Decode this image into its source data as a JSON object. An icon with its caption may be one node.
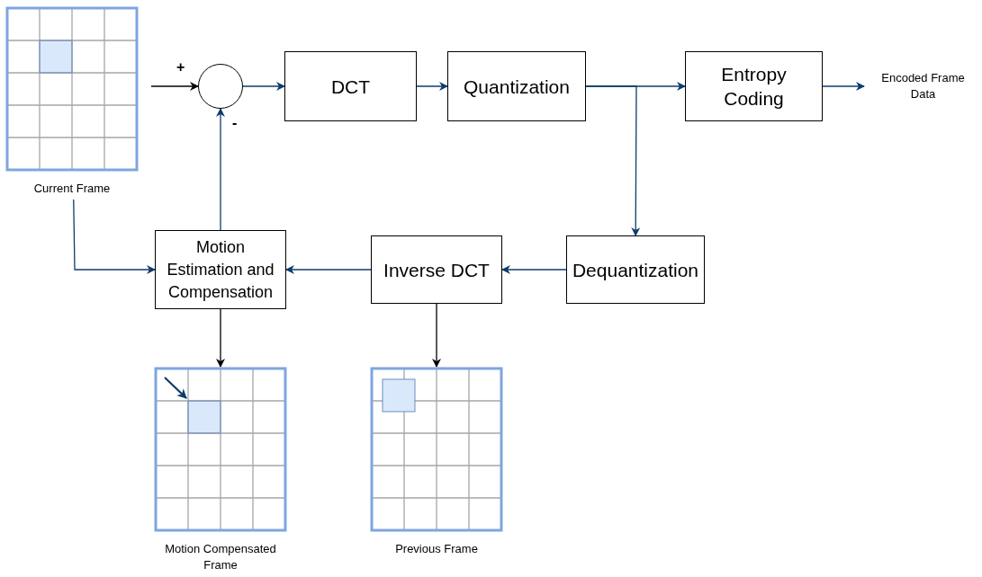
{
  "diagram": {
    "nodes": [
      {
        "text": [],
        "shape": "grid",
        "beside": [
          "Current Frame"
        ]
      },
      {
        "text": [],
        "shape": "circle"
      },
      {
        "text": [
          "DCT"
        ]
      },
      {
        "text": [
          "Quantization"
        ]
      },
      {
        "text": [
          "Entropy Coding"
        ]
      },
      {
        "text": [
          "Encoded Frame Data"
        ]
      },
      {
        "text": [
          "Dequantization"
        ]
      },
      {
        "text": [
          "Inverse DCT"
        ]
      },
      {
        "text": [
          "Motion Estimation and Compensation"
        ]
      },
      {
        "text": [],
        "shape": "grid",
        "beside": [
          "Motion Compensated Frame"
        ]
      },
      {
        "text": [],
        "shape": "grid",
        "beside": [
          "Previous Frame"
        ]
      }
    ],
    "edges": [
      {
        "from": null,
        "to": 1,
        "arrow": "to",
        "color": "#000000"
      },
      {
        "from": 1,
        "to": 2,
        "arrow": "to"
      },
      {
        "from": 2,
        "to": 3,
        "arrow": "to"
      },
      {
        "from": 3,
        "to": 4,
        "arrow": "to"
      },
      {
        "from": 4,
        "to": 5,
        "arrow": "to"
      },
      {
        "from": 3,
        "to": 6,
        "arrow": "to"
      },
      {
        "from": 6,
        "to": 7,
        "arrow": "to"
      },
      {
        "from": 7,
        "to": 8,
        "arrow": "to"
      },
      {
        "from": 8,
        "to": 1,
        "arrow": "to"
      },
      {
        "from": 0,
        "to": 8,
        "arrow": "to"
      },
      {
        "from": 8,
        "to": 9,
        "arrow": "to",
        "color": "#000000"
      },
      {
        "from": 7,
        "to": 10,
        "arrow": "to",
        "color": "#000000"
      }
    ],
    "labels": [
      "+",
      "-"
    ]
  }
}
